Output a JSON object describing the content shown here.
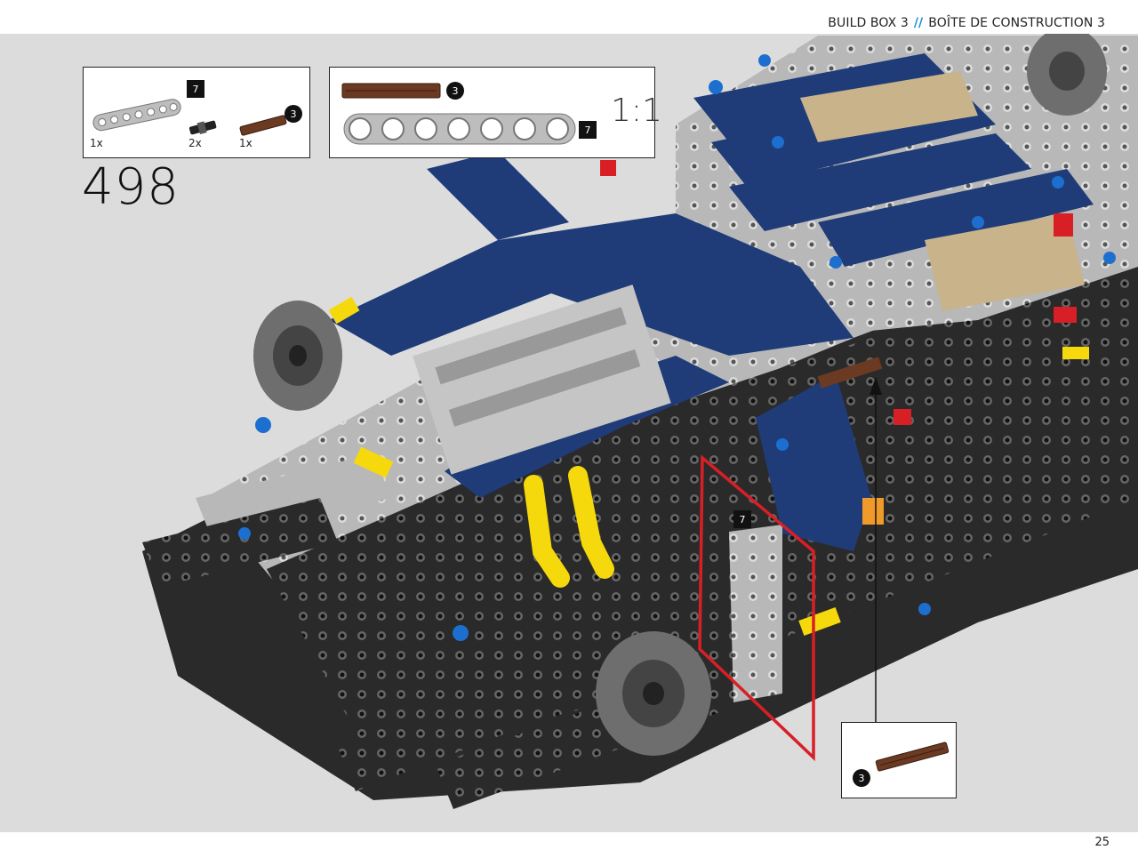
{
  "header": {
    "build_box_en": "BUILD BOX 3",
    "separator": "//",
    "build_box_fr": "BOÎTE DE CONSTRUCTION 3"
  },
  "step": {
    "number": "498"
  },
  "parts_box": {
    "items": [
      {
        "name": "gray-beam",
        "badge": "7",
        "qty": "1x"
      },
      {
        "name": "black-connector",
        "qty": "2x"
      },
      {
        "name": "brown-axle",
        "badge": "3",
        "qty": "1x"
      }
    ]
  },
  "scale_box": {
    "axle_badge": "3",
    "beam_badge": "7",
    "scale": "1:1"
  },
  "callouts": {
    "beam_badge": "7",
    "inset_axle_badge": "3"
  },
  "footer": {
    "page_number": "25"
  },
  "colors": {
    "background": "#dcdcdc",
    "dark_blue": "#1f3c78",
    "black_part": "#2a2a2a",
    "light_gray": "#b8b8b8",
    "red_frame": "#d81f26",
    "brown": "#6b3a22",
    "yellow": "#f5d90c",
    "accent_separator": "#1d8ad8"
  }
}
